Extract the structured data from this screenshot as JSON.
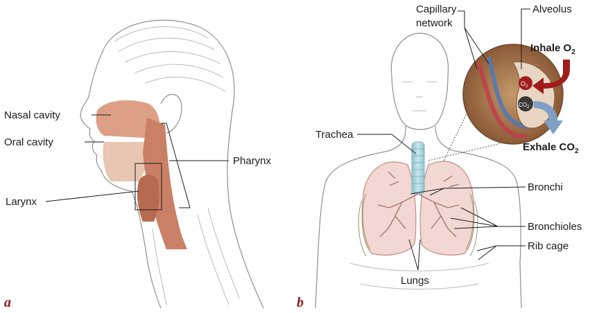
{
  "panels": {
    "a": "a",
    "b": "b"
  },
  "labels_a": {
    "nasal_cavity": "Nasal cavity",
    "oral_cavity": "Oral cavity",
    "larynx": "Larynx",
    "pharynx": "Pharynx"
  },
  "labels_b": {
    "capillary_line1": "Capillary",
    "capillary_line2": "network",
    "alveolus": "Alveolus",
    "inhale_text": "Inhale O",
    "inhale_sub": "2",
    "exhale_text": "Exhale CO",
    "exhale_sub": "2",
    "o2_bubble": "O",
    "o2_bubble_sub": "2",
    "co2_bubble": "CO",
    "co2_bubble_sub": "2",
    "trachea": "Trachea",
    "bronchi": "Bronchi",
    "bronchioles": "Bronchioles",
    "rib_cage": "Rib cage",
    "lungs": "Lungs"
  },
  "colors": {
    "tissue": "#d9967a",
    "tissue_dark": "#b86a50",
    "inhale_arrow": "#a01c1c",
    "exhale_arrow": "#7f9fc4",
    "lung_fill": "#f2d7d2",
    "trachea_fill": "#a9d6df",
    "panel_letter": "#8b1a1a"
  }
}
